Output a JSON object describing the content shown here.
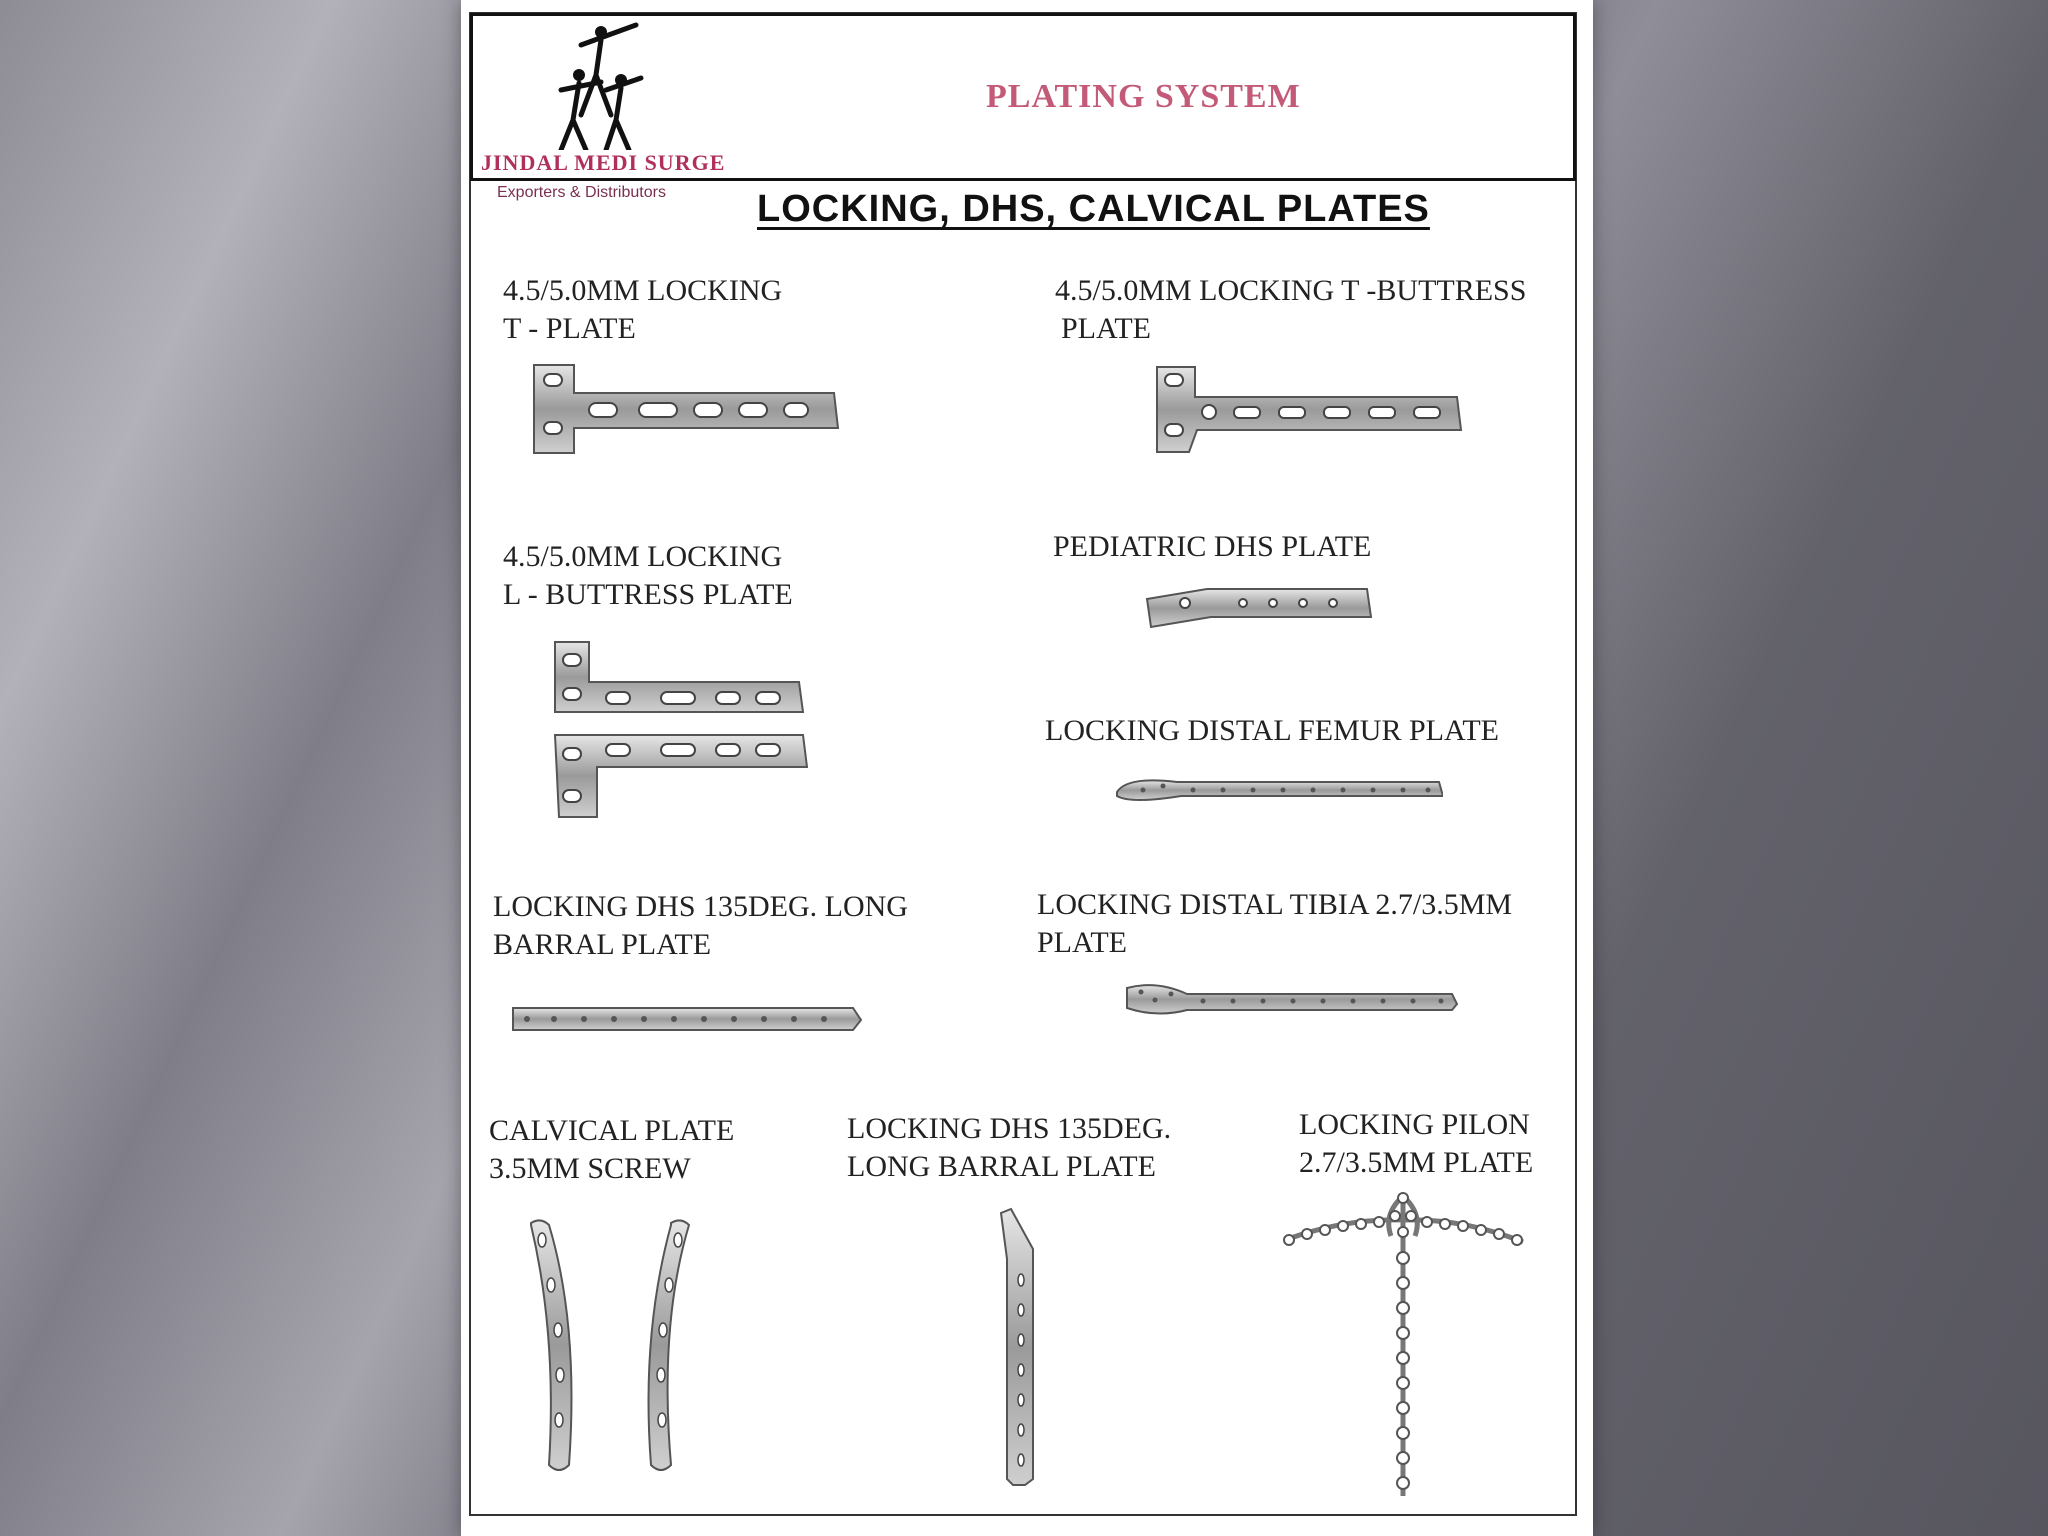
{
  "header": {
    "plating_title": "PLATING SYSTEM",
    "brand_name": "JINDAL MEDI SURGE",
    "tagline": "Exporters & Distributors"
  },
  "main_title": "LOCKING, DHS, CALVICAL PLATES",
  "products": [
    {
      "line1": "4.5/5.0MM LOCKING",
      "line2": "T - PLATE"
    },
    {
      "line1": "4.5/5.0MM LOCKING T -BUTTRESS",
      "line2": "PLATE"
    },
    {
      "line1": "4.5/5.0MM LOCKING",
      "line2": "L - BUTTRESS PLATE"
    },
    {
      "line1": "PEDIATRIC DHS PLATE"
    },
    {
      "line1": "LOCKING DISTAL FEMUR PLATE"
    },
    {
      "line1": "LOCKING DHS 135DEG. LONG",
      "line2": "BARRAL PLATE"
    },
    {
      "line1": "LOCKING DISTAL TIBIA 2.7/3.5MM",
      "line2": "PLATE"
    },
    {
      "line1": "CALVICAL PLATE",
      "line2": "3.5MM SCREW"
    },
    {
      "line1": "LOCKING DHS 135DEG.",
      "line2": "LONG BARRAL PLATE"
    },
    {
      "line1": "LOCKING PILON",
      "line2": "2.7/3.5MM PLATE"
    }
  ]
}
